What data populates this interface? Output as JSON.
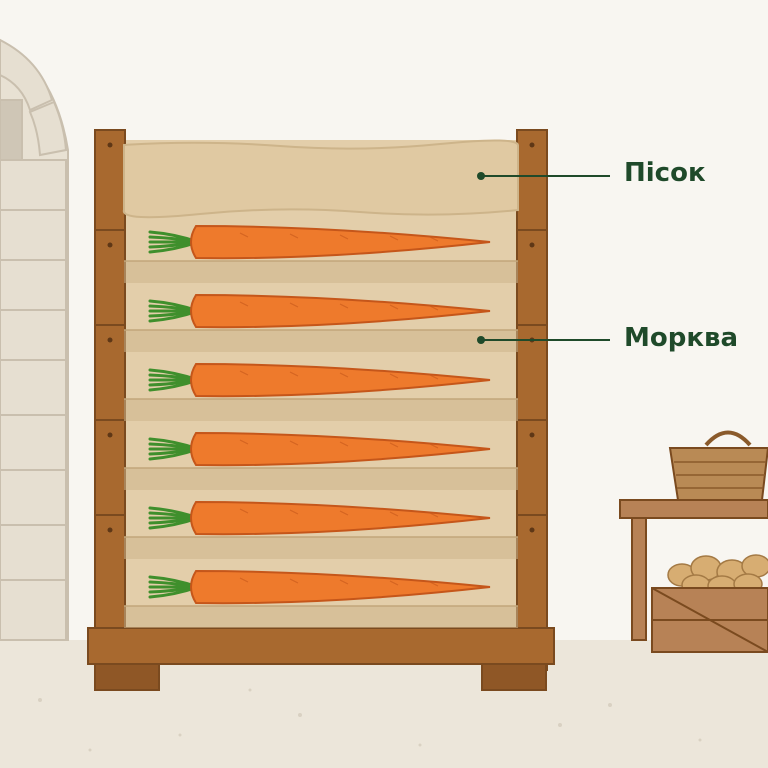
{
  "labels": {
    "sand": "Пісок",
    "carrot": "Морква"
  },
  "colors": {
    "sand": "#e3ceaa",
    "sand_dark": "#cdb48a",
    "wood": "#a8692f",
    "wood_dark": "#7a4a1f",
    "carrot": "#ee7a2c",
    "carrot_dark": "#c5561a",
    "greens": "#3f8f2c",
    "label_text": "#1f4a2a",
    "stone": "#e2dccf"
  },
  "icons": [
    "arched-stone-doorway-icon",
    "wooden-crate-icon",
    "carrot-icon",
    "wicker-basket-icon",
    "potato-crate-icon",
    "wooden-bench-icon"
  ],
  "carrot_count": 6
}
